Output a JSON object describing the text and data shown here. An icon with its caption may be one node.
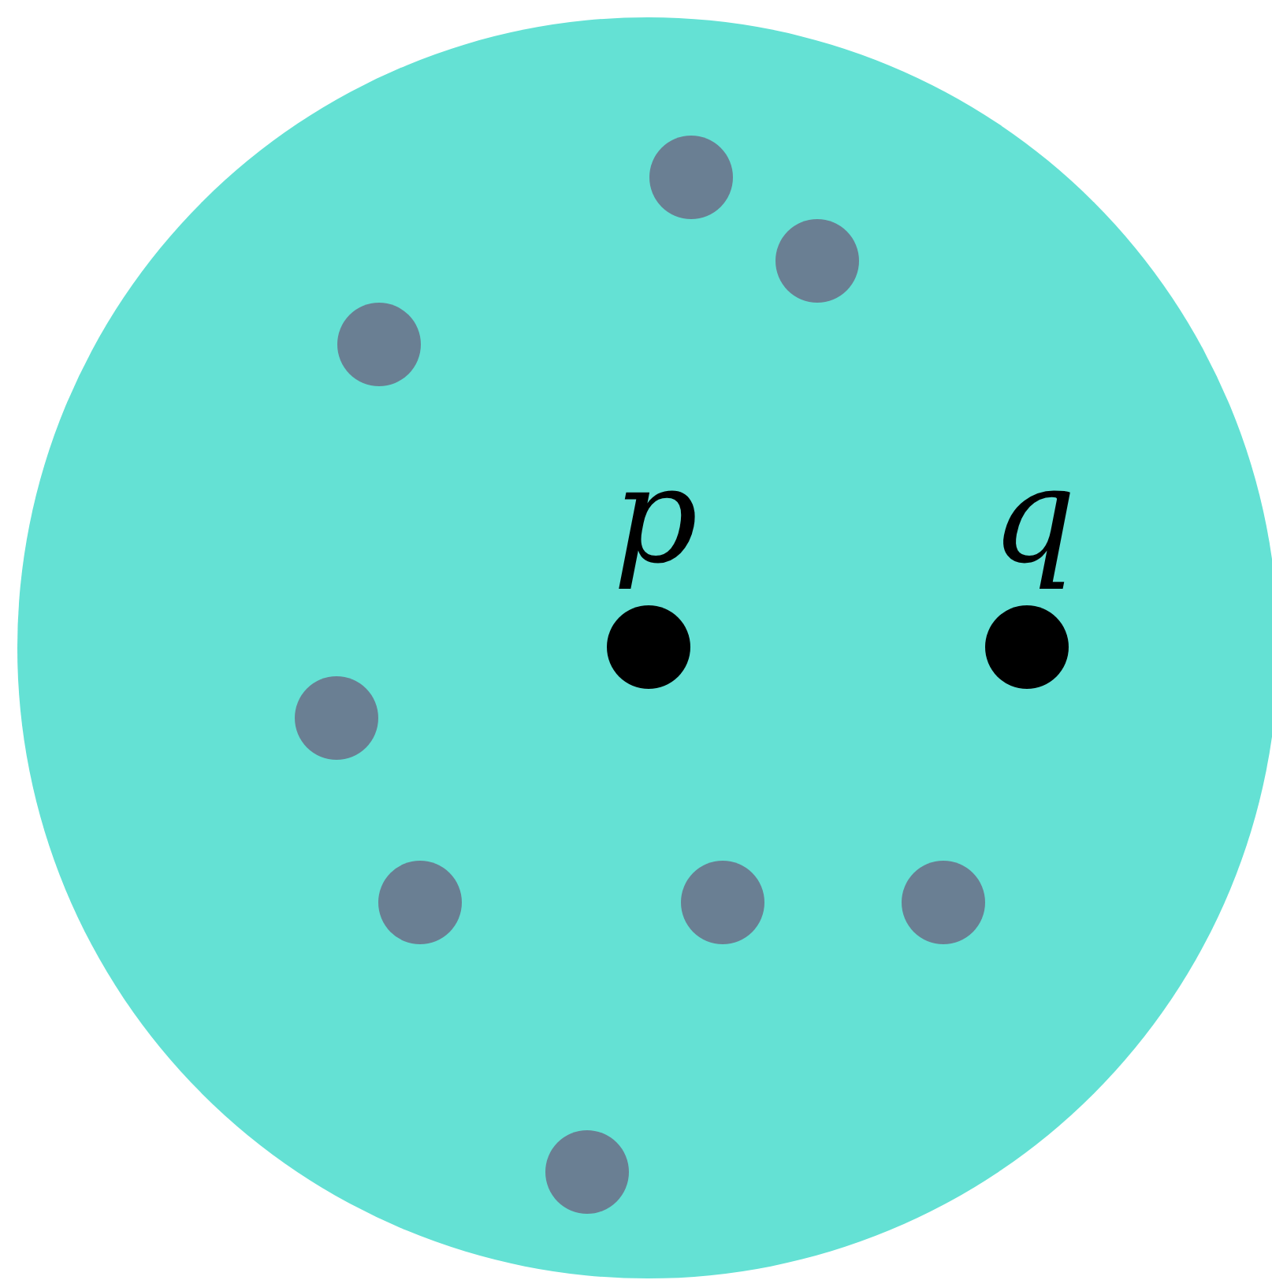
{
  "diagram": {
    "nodes": [
      {
        "text": [],
        "shape": "circle"
      },
      {
        "text": [],
        "shape": "circle",
        "in": 0
      },
      {
        "text": [],
        "shape": "circle",
        "in": 0
      },
      {
        "text": [],
        "shape": "circle",
        "in": 0
      },
      {
        "text": [],
        "shape": "circle",
        "in": 0,
        "beside": [
          "p"
        ]
      },
      {
        "text": [],
        "shape": "circle",
        "in": 0,
        "beside": [
          "q"
        ]
      },
      {
        "text": [],
        "shape": "circle",
        "in": 0
      },
      {
        "text": [],
        "shape": "circle",
        "in": 0
      },
      {
        "text": [],
        "shape": "circle",
        "in": 0
      },
      {
        "text": [],
        "shape": "circle",
        "in": 0
      },
      {
        "text": [],
        "shape": "circle",
        "in": 0
      }
    ]
  }
}
